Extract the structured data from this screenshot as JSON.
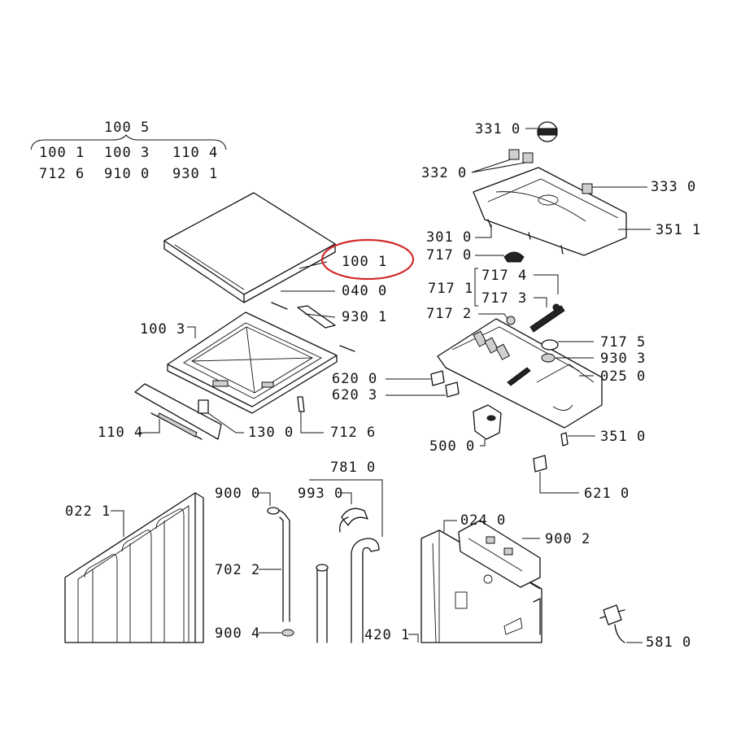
{
  "highlight_color": "#d22a2a",
  "group": {
    "parent": "100 5",
    "row1": [
      "100 1",
      "100 3",
      "110 4"
    ],
    "row2": [
      "712 6",
      "910 0",
      "930 1"
    ]
  },
  "labels": {
    "p331_0": "331 0",
    "p332_0": "332 0",
    "p333_0": "333 0",
    "p351_1": "351 1",
    "p301_0": "301 0",
    "p717_0": "717 0",
    "p717_4": "717 4",
    "p717_1": "717 1",
    "p717_3": "717 3",
    "p717_2": "717 2",
    "p717_5": "717 5",
    "p930_3": "930 3",
    "p025_0": "025 0",
    "p100_1": "100 1",
    "p040_0": "040 0",
    "p930_1": "930 1",
    "p100_3": "100 3",
    "p620_0": "620 0",
    "p620_3": "620 3",
    "p110_4": "110 4",
    "p130_0": "130 0",
    "p712_6": "712 6",
    "p351_0": "351 0",
    "p500_0": "500 0",
    "p621_0": "621 0",
    "p781_0": "781 0",
    "p900_0": "900 0",
    "p993_0": "993 0",
    "p022_1": "022 1",
    "p024_0": "024 0",
    "p900_2": "900 2",
    "p702_2": "702 2",
    "p900_4": "900 4",
    "p420_1": "420 1",
    "p581_0": "581 0"
  }
}
